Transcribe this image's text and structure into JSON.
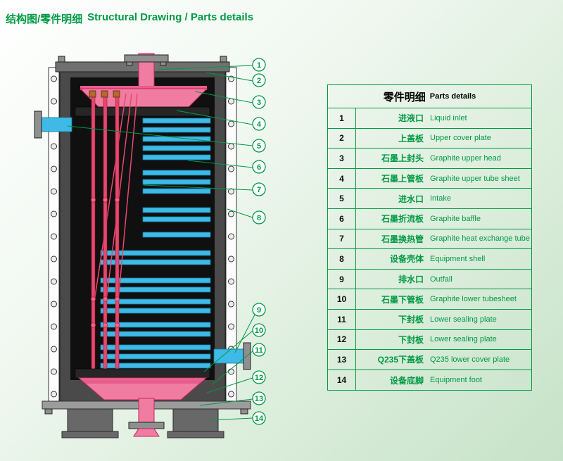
{
  "page": {
    "title_zh": "结构图/零件明细",
    "title_en": "Structural Drawing / Parts details"
  },
  "table": {
    "header_zh": "零件明细",
    "header_en": "Parts details",
    "rows": [
      {
        "no": "1",
        "zh": "进液口",
        "en": "Liquid inlet"
      },
      {
        "no": "2",
        "zh": "上盖板",
        "en": "Upper cover plate"
      },
      {
        "no": "3",
        "zh": "石墨上封头",
        "en": "Graphite upper head"
      },
      {
        "no": "4",
        "zh": "石墨上管板",
        "en": "Graphite upper tube sheet"
      },
      {
        "no": "5",
        "zh": "进水口",
        "en": "Intake"
      },
      {
        "no": "6",
        "zh": "石墨折流板",
        "en": "Graphite baffle"
      },
      {
        "no": "7",
        "zh": "石墨换热管",
        "en": "Graphite heat exchange tube"
      },
      {
        "no": "8",
        "zh": "设备壳体",
        "en": "Equipment shell"
      },
      {
        "no": "9",
        "zh": "排水口",
        "en": "Outfall"
      },
      {
        "no": "10",
        "zh": "石墨下管板",
        "en": "Graphite lower tubesheet"
      },
      {
        "no": "11",
        "zh": "下封板",
        "en": "Lower sealing plate"
      },
      {
        "no": "12",
        "zh": "下封板",
        "en": "Lower sealing plate"
      },
      {
        "no": "13",
        "zh": "Q235下盖板",
        "en": "Q235 lower cover plate"
      },
      {
        "no": "14",
        "zh": "设备底脚",
        "en": "Equipment foot"
      }
    ]
  },
  "drawing": {
    "callouts": [
      "1",
      "2",
      "3",
      "4",
      "5",
      "6",
      "7",
      "8",
      "9",
      "10",
      "11",
      "12",
      "13",
      "14"
    ]
  },
  "colors": {
    "green": "#009a44",
    "pink": "#f07ca2",
    "tube_red": "#e8476d",
    "cyan": "#3fb9e6",
    "shell_dark": "#4a4a4a",
    "interior_black": "#101010",
    "flange_gray": "#8f8f8f",
    "background_green": "#c6e2c8"
  }
}
